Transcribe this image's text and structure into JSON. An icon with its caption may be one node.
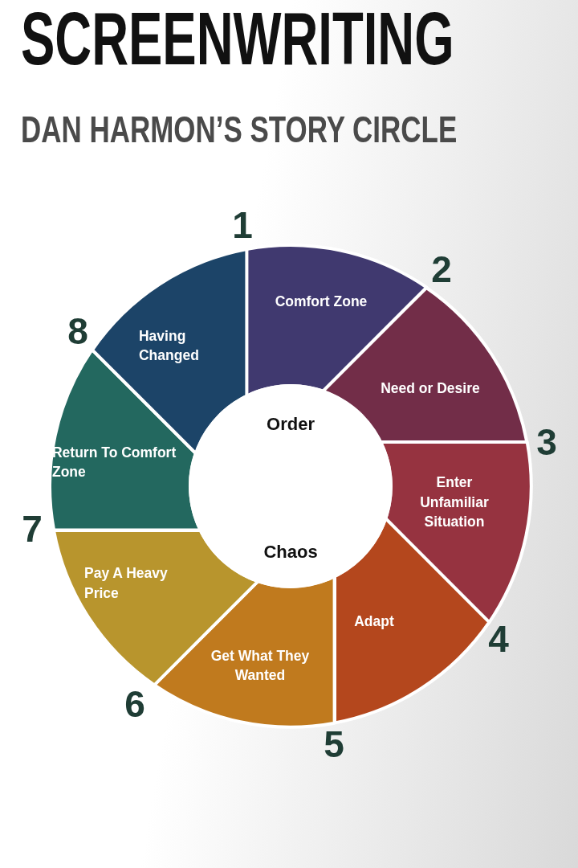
{
  "diagram": {
    "title": "SCREENWRITING",
    "nodes": [
      {
        "text": [
          "Comfort Zone"
        ]
      },
      {
        "text": [
          "Need or Desire"
        ]
      },
      {
        "text": [
          "Enter Unfamiliar Situation"
        ]
      },
      {
        "text": [
          "Adapt"
        ]
      },
      {
        "text": [
          "Get What They Wanted"
        ]
      },
      {
        "text": [
          "Pay A Heavy Price"
        ]
      },
      {
        "text": [
          "Return To Comfort Zone"
        ]
      },
      {
        "text": [
          "Having Changed"
        ]
      },
      {
        "text": [
          "Order",
          "Chaos"
        ]
      }
    ],
    "labels": [
      "DAN HARMON’S STORY CIRCLE",
      "1",
      "2",
      "3",
      "4",
      "5",
      "6",
      "7",
      "8"
    ]
  }
}
